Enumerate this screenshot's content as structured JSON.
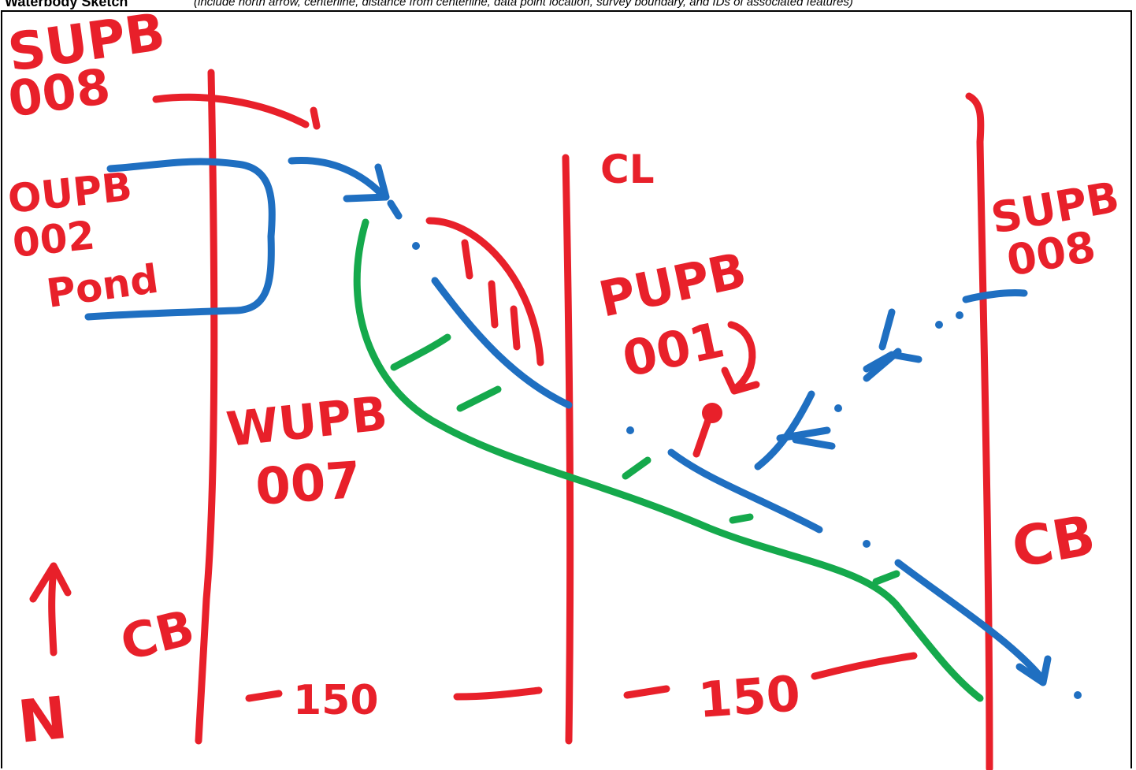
{
  "header": {
    "title": "Waterbody Sketch",
    "hint": "(include north arrow, centerline, distance from centerline, data point location, survey boundary, and IDs of associated features)"
  },
  "labels": {
    "supb_top_left": [
      "SUPB",
      "008"
    ],
    "oupb": [
      "OUPB",
      "002",
      "Pond"
    ],
    "centerline": "CL",
    "supb_right": [
      "SUPB",
      "008"
    ],
    "pupb": [
      "PUPB",
      "001"
    ],
    "wupb": [
      "WUPB",
      "007"
    ],
    "cb_left": "CB",
    "cb_right": "CB",
    "north": "N",
    "dist_left": "150",
    "dist_right": "150"
  },
  "colors": {
    "survey_boundary": "#e8202a",
    "stream": "#1f6fc1",
    "wetland": "#15a94c"
  }
}
